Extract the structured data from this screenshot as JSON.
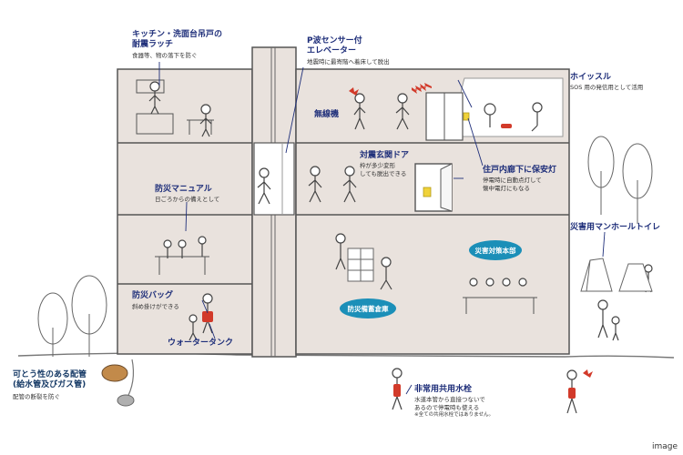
{
  "labels": {
    "latch_title_1": "キッチン・洗面台吊戸の",
    "latch_title_2": "耐震ラッチ",
    "latch_desc": "食器等、物の落下を防ぐ",
    "elev_title_1": "P波センサー付",
    "elev_title_2": "エレベーター",
    "elev_desc": "地震時に最寄階へ着床して脱出",
    "radio_title": "無線機",
    "whistle_title": "ホイッスル",
    "whistle_desc": "SOS 用の発信用として活用",
    "door_title": "対震玄関ドア",
    "door_desc_1": "枠が多少変形",
    "door_desc_2": "しても脱出できる",
    "light_title": "住戸内廊下に保安灯",
    "light_desc_1": "停電時に自動点灯して",
    "light_desc_2": "懐中電灯にもなる",
    "manual_title": "防災マニュアル",
    "manual_desc": "日ごろからの備えとして",
    "toilet_title": "災害用マンホールトイレ",
    "hq_label": "災害対策本部",
    "storage_label": "防災備蓄倉庫",
    "bag_title": "防災バッグ",
    "bag_desc": "斜め掛けができる",
    "water_tank_title": "ウォータータンク",
    "pipe_title_1": "可とう性のある配管",
    "pipe_title_2": "(給水管及びガス管)",
    "pipe_desc": "配管の断裂を防ぐ",
    "hydrant_title": "非常用共用水栓",
    "hydrant_desc_1": "水道本管から直接つないで",
    "hydrant_desc_2": "あるので停電時も使える",
    "hydrant_desc_3": "※全ての共用水栓ではありません。"
  },
  "caption": "image",
  "colors": {
    "wall": "#e9e2dd",
    "outline": "#555555",
    "navy": "#1f2f7a",
    "pill": "#1b8fb8",
    "red": "#d23a2a",
    "yellow": "#f0d23a"
  },
  "icons": [
    "tree-icon",
    "person-icon",
    "radio-signal-icon",
    "tent-icon",
    "pipe-icon"
  ]
}
